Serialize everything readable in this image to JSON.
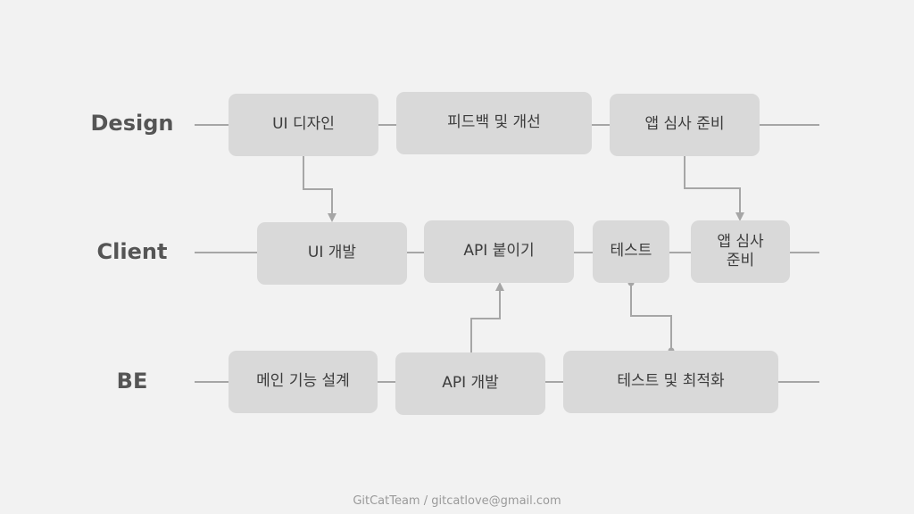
{
  "lanes": {
    "design": "Design",
    "client": "Client",
    "be": "BE"
  },
  "tasks": {
    "ui_design": "UI 디자인",
    "feedback": "피드백 및 개선",
    "app_review_design": "앱 심사 준비",
    "ui_dev": "UI 개발",
    "api_attach": "API 붙이기",
    "test": "테스트",
    "app_review_client": "앱 심사\n준비",
    "main_feature": "메인 기능 설계",
    "api_dev": "API 개발",
    "test_optimize": "테스트 및 최적화"
  },
  "footer": "GitCatTeam / gitcatlove@gmail.com",
  "colors": {
    "background": "#f2f2f2",
    "box": "#d9d9d9",
    "line": "#a6a6a6",
    "label": "#555555"
  }
}
